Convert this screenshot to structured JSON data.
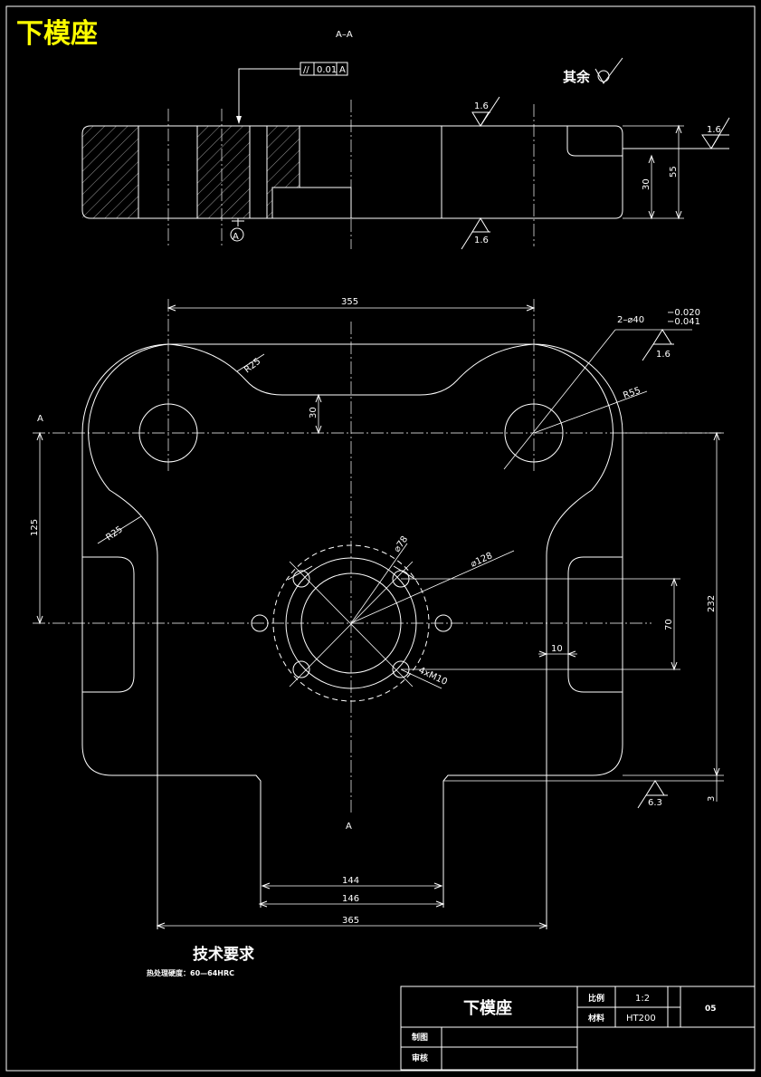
{
  "drawing_title": "下模座",
  "section_label": "A–A",
  "roughness_note": "其余",
  "tolerance_frame": {
    "symbol": "//",
    "value": "0.01",
    "datum": "A"
  },
  "datum_label": "A",
  "section_view": {
    "roughness_top": "1.6",
    "roughness_bottom": "1.6",
    "roughness_right": "1.6",
    "dim_30": "30",
    "dim_55": "55"
  },
  "plan_view": {
    "dim_355": "355",
    "hole_callout_main": "2–⌀40",
    "hole_tol_upper": "−0.020",
    "hole_tol_lower": "−0.041",
    "hole_roughness": "1.6",
    "r25_top": "R25",
    "r55": "R55",
    "dim_30": "30",
    "section_mark_left": "A",
    "section_mark_bottom": "A",
    "dim_125": "125",
    "r25_side": "R25",
    "dia_78": "⌀78",
    "dia_128": "⌀128",
    "holes_4xm10": "4xM10",
    "dim_70": "70",
    "dim_10": "10",
    "dim_232": "232",
    "dim_3": "3",
    "roughness_bottom": "6.3",
    "dim_144": "144",
    "dim_146": "146",
    "dim_365": "365"
  },
  "tech_requirements": {
    "heading": "技术要求",
    "line1": "热处理硬度：60—64HRC"
  },
  "title_block": {
    "part_name": "下模座",
    "scale_label": "比例",
    "scale_value": "1:2",
    "material_label": "材料",
    "material_value": "HT200",
    "drawing_number": "05",
    "drawn_label": "制图",
    "checked_label": "审核"
  }
}
